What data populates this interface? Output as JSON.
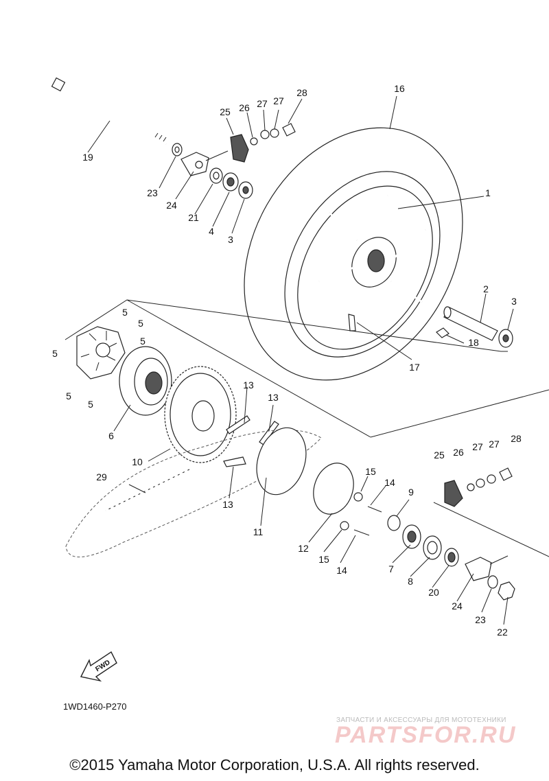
{
  "callouts": [
    {
      "id": "c16",
      "text": "16"
    },
    {
      "id": "c1",
      "text": "1"
    },
    {
      "id": "c2",
      "text": "2"
    },
    {
      "id": "c3a",
      "text": "3"
    },
    {
      "id": "c3b",
      "text": "3"
    },
    {
      "id": "c4",
      "text": "4"
    },
    {
      "id": "c5a",
      "text": "5"
    },
    {
      "id": "c5b",
      "text": "5"
    },
    {
      "id": "c5c",
      "text": "5"
    },
    {
      "id": "c5d",
      "text": "5"
    },
    {
      "id": "c5e",
      "text": "5"
    },
    {
      "id": "c5f",
      "text": "5"
    },
    {
      "id": "c6",
      "text": "6"
    },
    {
      "id": "c7",
      "text": "7"
    },
    {
      "id": "c8",
      "text": "8"
    },
    {
      "id": "c9",
      "text": "9"
    },
    {
      "id": "c10",
      "text": "10"
    },
    {
      "id": "c11",
      "text": "11"
    },
    {
      "id": "c12",
      "text": "12"
    },
    {
      "id": "c13a",
      "text": "13"
    },
    {
      "id": "c13b",
      "text": "13"
    },
    {
      "id": "c13c",
      "text": "13"
    },
    {
      "id": "c14a",
      "text": "14"
    },
    {
      "id": "c14b",
      "text": "14"
    },
    {
      "id": "c15a",
      "text": "15"
    },
    {
      "id": "c15b",
      "text": "15"
    },
    {
      "id": "c17",
      "text": "17"
    },
    {
      "id": "c18",
      "text": "18"
    },
    {
      "id": "c19",
      "text": "19"
    },
    {
      "id": "c20",
      "text": "20"
    },
    {
      "id": "c21",
      "text": "21"
    },
    {
      "id": "c22",
      "text": "22"
    },
    {
      "id": "c23a",
      "text": "23"
    },
    {
      "id": "c23b",
      "text": "23"
    },
    {
      "id": "c24a",
      "text": "24"
    },
    {
      "id": "c24b",
      "text": "24"
    },
    {
      "id": "c25a",
      "text": "25"
    },
    {
      "id": "c25b",
      "text": "25"
    },
    {
      "id": "c26a",
      "text": "26"
    },
    {
      "id": "c26b",
      "text": "26"
    },
    {
      "id": "c27a",
      "text": "27"
    },
    {
      "id": "c27b",
      "text": "27"
    },
    {
      "id": "c27c",
      "text": "27"
    },
    {
      "id": "c27d",
      "text": "27"
    },
    {
      "id": "c28a",
      "text": "28"
    },
    {
      "id": "c28b",
      "text": "28"
    },
    {
      "id": "c29",
      "text": "29"
    }
  ],
  "fwd_label": "FWD",
  "figure_code": "1WD1460-P270",
  "watermark": {
    "tagline": "ЗАПЧАСТИ И АКСЕССУАРЫ ДЛЯ МОТОТЕХНИКИ",
    "logo": "PARTSFOR.RU"
  },
  "copyright": "©2015 Yamaha Motor Corporation, U.S.A. All rights reserved.",
  "colors": {
    "ink": "#111111",
    "watermark_logo": "#f4c9c9",
    "watermark_text": "#bbbbbb"
  }
}
